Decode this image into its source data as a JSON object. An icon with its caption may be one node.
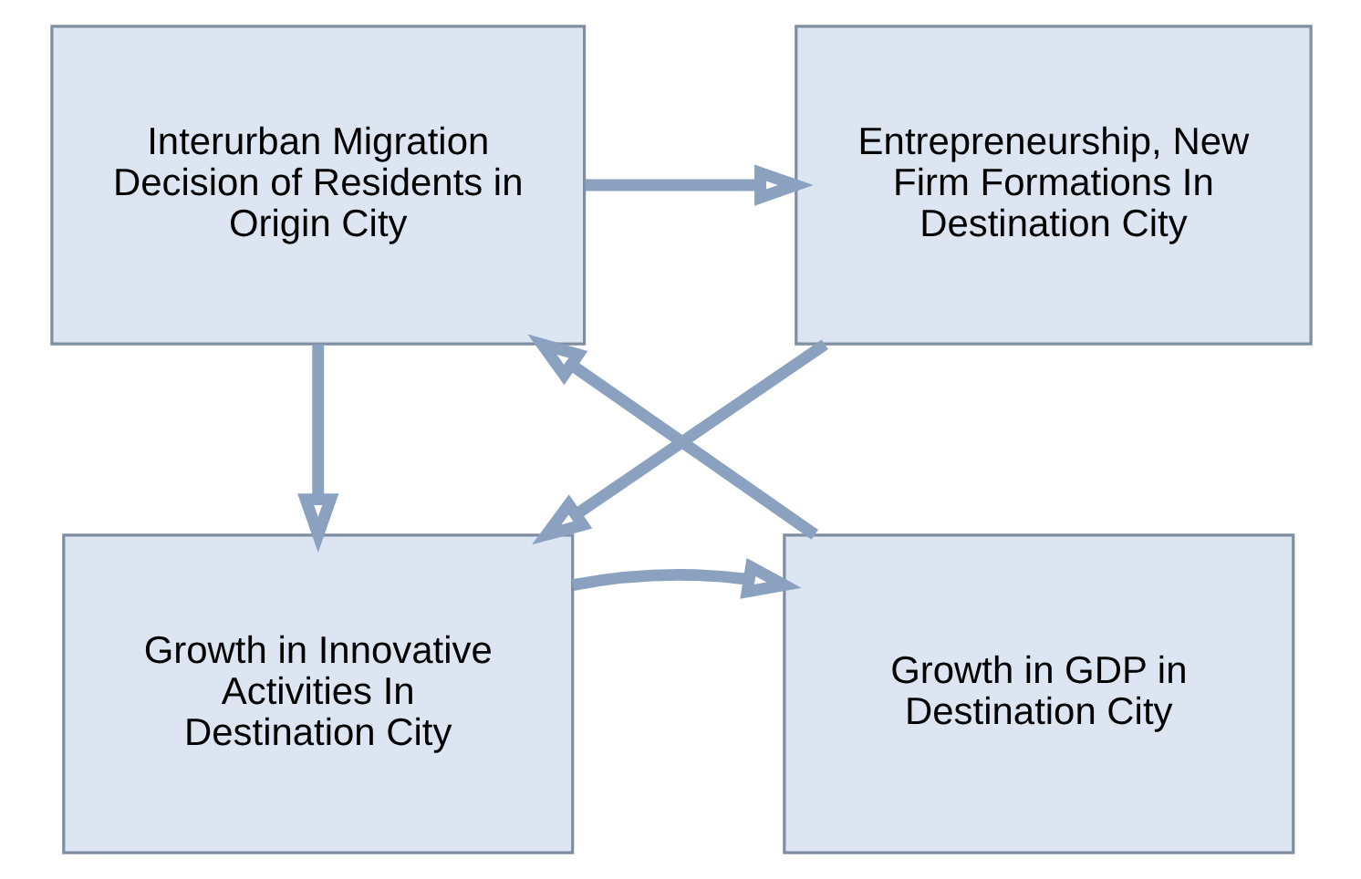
{
  "diagram": {
    "nodes": [
      {
        "text": [
          "Interurban Migration Decision of Residents in Origin City"
        ]
      },
      {
        "text": [
          "Entrepreneurship, New Firm Formations In Destination City"
        ]
      },
      {
        "text": [
          "Growth in GDP in Destination City"
        ]
      },
      {
        "text": [
          "Growth in Innovative Activities In Destination City"
        ]
      }
    ],
    "edges": [
      {
        "from": 0,
        "to": 1,
        "arrow": "to"
      },
      {
        "from": 0,
        "to": 3,
        "arrow": "to"
      },
      {
        "from": 1,
        "to": 3,
        "arrow": "to"
      },
      {
        "from": 3,
        "to": 2,
        "arrow": "to"
      },
      {
        "from": 2,
        "to": 0,
        "arrow": "to"
      }
    ]
  }
}
